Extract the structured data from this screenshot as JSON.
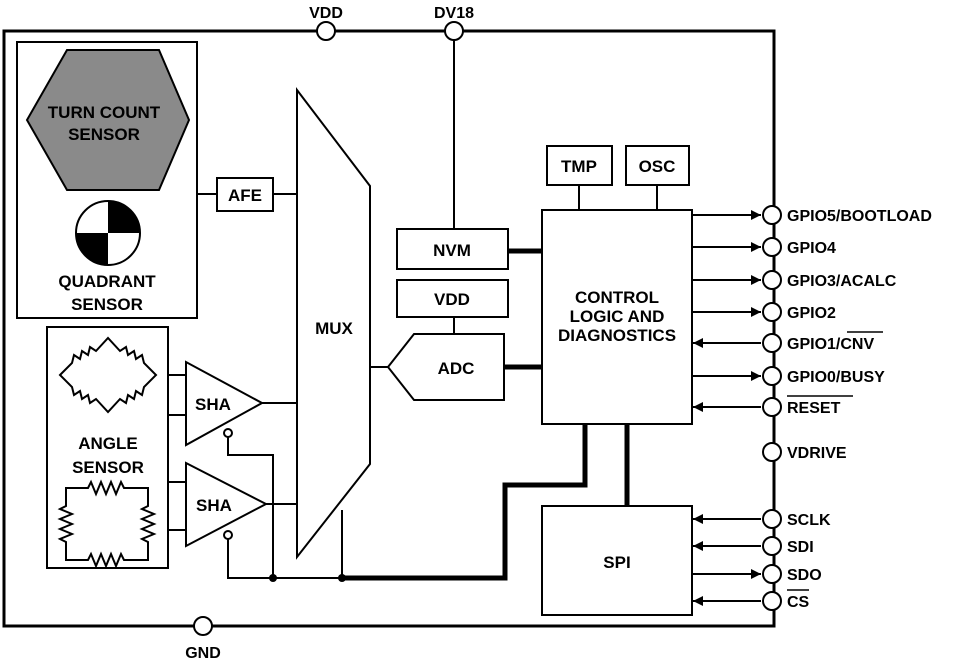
{
  "supply_pins": {
    "vdd": "VDD",
    "dv18": "DV18",
    "gnd": "GND"
  },
  "blocks": {
    "turn_count_sensor": [
      "TURN COUNT",
      "SENSOR"
    ],
    "quadrant_sensor": [
      "QUADRANT",
      "SENSOR"
    ],
    "angle_sensor": [
      "ANGLE",
      "SENSOR"
    ],
    "afe": "AFE",
    "mux": "MUX",
    "sha_top": "SHA",
    "sha_bottom": "SHA",
    "nvm": "NVM",
    "vdd_reg": "VDD",
    "adc": "ADC",
    "tmp": "TMP",
    "osc": "OSC",
    "control": [
      "CONTROL",
      "LOGIC AND",
      "DIAGNOSTICS"
    ],
    "spi": "SPI"
  },
  "right_pins": {
    "gpio5": "GPIO5/BOOTLOAD",
    "gpio4": "GPIO4",
    "gpio3": "GPIO3/ACALC",
    "gpio2": "GPIO2",
    "gpio1": "GPIO1/CNV",
    "gpio0": "GPIO0/BUSY",
    "reset": "RESET",
    "vdrive": "VDRIVE",
    "sclk": "SCLK",
    "sdi": "SDI",
    "sdo": "SDO",
    "cs": "CS"
  },
  "colors": {
    "sensor_fill": "#8a8a8a",
    "line": "#000000",
    "background": "#ffffff"
  }
}
